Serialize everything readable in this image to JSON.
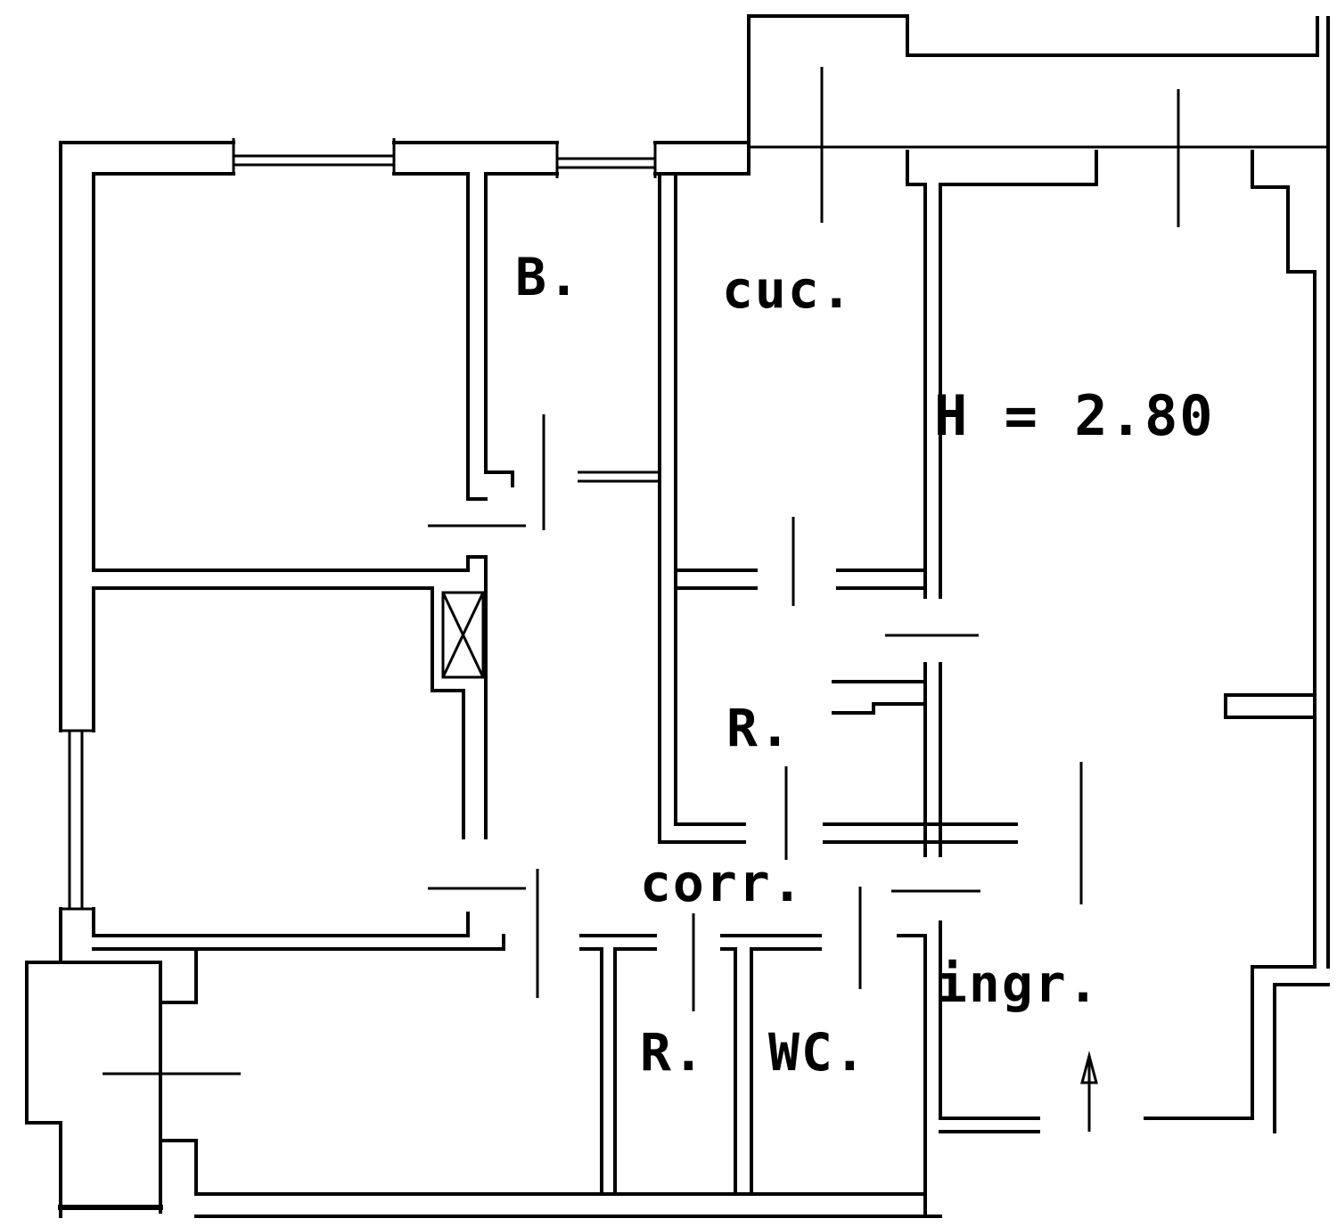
{
  "plan": {
    "rooms": {
      "bedroom_top": "B.",
      "kitchen": "cuc.",
      "height_note": "H = 2.80",
      "room_middle": "R.",
      "corridor": "corr.",
      "entrance": "ingr.",
      "room_bottom": "R.",
      "wc": "WC."
    },
    "colors": {
      "ink": "#000000",
      "paper": "#ffffff"
    }
  }
}
